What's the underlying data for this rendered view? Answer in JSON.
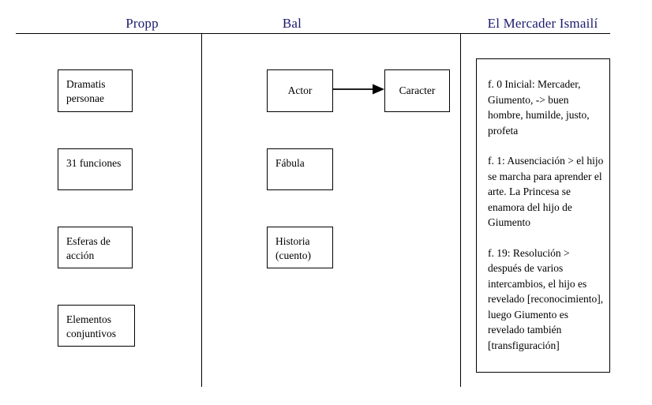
{
  "columns": {
    "headers": [
      {
        "label": "Propp"
      },
      {
        "label": "Bal"
      },
      {
        "label": "El Mercader Ismailí"
      }
    ]
  },
  "propp": {
    "boxes": [
      {
        "label": "Dramatis personae"
      },
      {
        "label": "31 funciones"
      },
      {
        "label": "Esferas de acción"
      },
      {
        "label": "Elementos conjuntivos"
      }
    ]
  },
  "bal": {
    "boxes": [
      {
        "label": "Actor"
      },
      {
        "label": "Caracter"
      },
      {
        "label": "Fábula"
      },
      {
        "label": "Historia (cuento)"
      }
    ],
    "arrow_label": ""
  },
  "mercader": {
    "entries": [
      "f. 0 Inicial: Mercader, Giumento,  -> buen hombre, humilde, justo, profeta",
      "f. 1: Ausenciación > el hijo se marcha para aprender el arte. La Princesa se enamora del hijo de  Giumento",
      "f. 19: Resolución > después de varios intercambios, el hijo es revelado [reconocimiento], luego Giumento es revelado también [transfiguración]"
    ]
  },
  "colors": {
    "header_text": "#1a1a6e",
    "line": "#000000",
    "background": "#ffffff"
  }
}
